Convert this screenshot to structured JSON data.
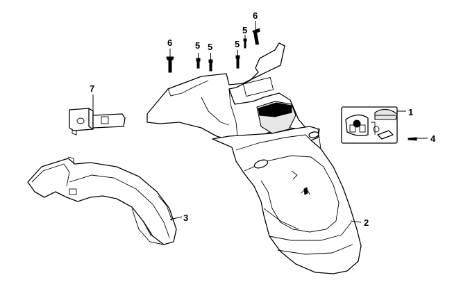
{
  "callouts": {
    "part_1": "1",
    "part_2": "2",
    "part_3": "3",
    "part_4": "4",
    "part_5a": "5",
    "part_5b": "5",
    "part_5c": "5",
    "part_5d": "5",
    "part_6a": "6",
    "part_6b": "6",
    "part_7": "7"
  },
  "colors": {
    "line": "#000000",
    "background": "#ffffff",
    "shade": "#e6e6e6"
  }
}
